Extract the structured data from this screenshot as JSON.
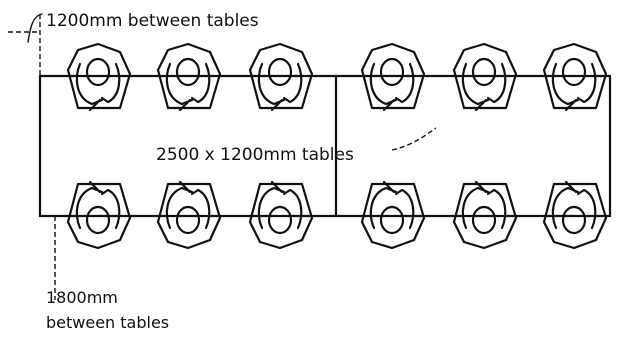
{
  "annotations": {
    "top_spacing": "1200mm between tables",
    "table_size": "2500 x 1200mm tables",
    "bottom_spacing_line1": "1800mm",
    "bottom_spacing_line2": "between tables"
  },
  "layout_facts": {
    "tables": 2,
    "seats_per_table": 6,
    "seats_total": 12
  }
}
